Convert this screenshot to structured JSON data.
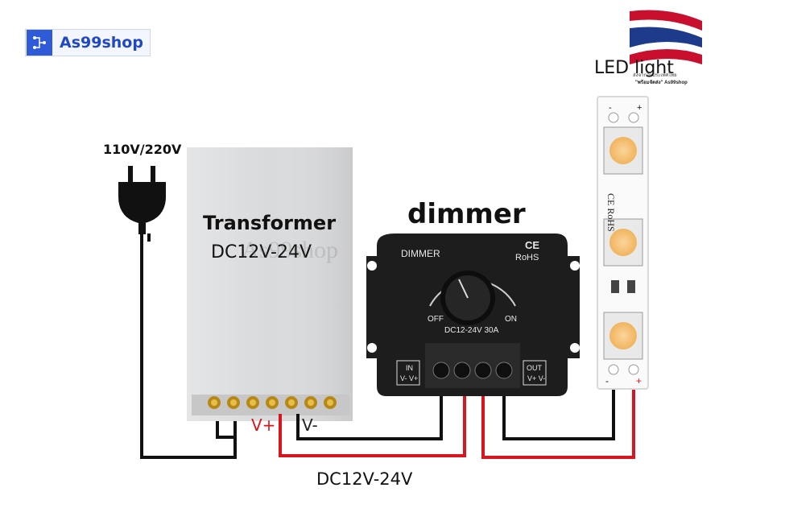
{
  "brand": {
    "logo_text": "As99shop",
    "accent": "#2f5bd8"
  },
  "labels": {
    "voltage_in": "110V/220V",
    "transformer_title": "Transformer",
    "transformer_range": "DC12V-24V",
    "dimmer_title": "dimmer",
    "led_title": "LED light",
    "dc_label": "DC12V-24V",
    "v_plus": "V+",
    "v_minus": "V-"
  },
  "dimmer_device": {
    "name": "DIMMER",
    "ce": "CE",
    "rohs": "RoHS",
    "off": "OFF",
    "on": "ON",
    "spec": "DC12-24V  30A",
    "in_label": "IN",
    "in_polarity": "V- V+",
    "out_label": "OUT",
    "out_polarity": "V+ V-"
  },
  "led_strip": {
    "cert_text": "CE RoHS",
    "polarity_minus": "-",
    "polarity_plus": "+"
  },
  "flag_badge": {
    "caption": "ส่งจากในประเทศไทย",
    "caption2": "\"พร้อมจัดส่ง\"  As99shop"
  },
  "watermark": "As99shop",
  "colors": {
    "positive_wire": "#d8161f",
    "negative_wire": "#111111"
  }
}
